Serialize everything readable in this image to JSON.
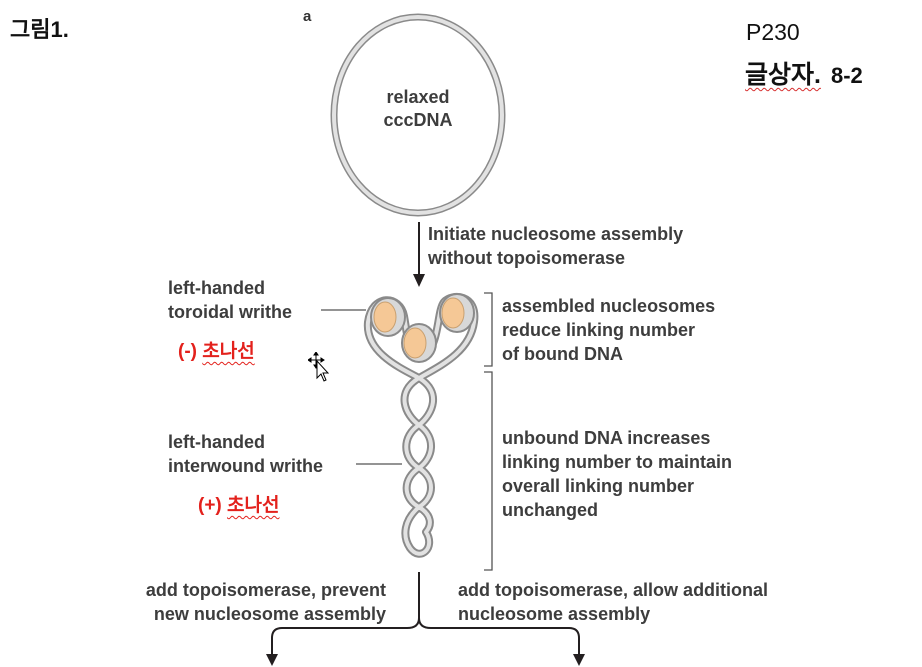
{
  "header": {
    "figure_label": "그림1.",
    "panel_letter": "a",
    "page_ref": "P230",
    "chapter_label": "글상자.",
    "chapter_number": "8-2"
  },
  "diagram": {
    "ring_label_line1": "relaxed",
    "ring_label_line2": "cccDNA",
    "arrow_caption_line1": "Initiate nucleosome assembly",
    "arrow_caption_line2": "without topoisomerase",
    "toroidal_label_line1": "left-handed",
    "toroidal_label_line2": "toroidal writhe",
    "toroidal_note_prefix": "(-)",
    "toroidal_note_ko": "초나선",
    "interwound_label_line1": "left-handed",
    "interwound_label_line2": "interwound writhe",
    "interwound_note_prefix": "(+)",
    "interwound_note_ko": "초나선",
    "bracket1_line1": "assembled nucleosomes",
    "bracket1_line2": "reduce linking number",
    "bracket1_line3": "of bound DNA",
    "bracket2_line1": "unbound DNA increases",
    "bracket2_line2": "linking number to maintain",
    "bracket2_line3": "overall linking number",
    "bracket2_line4": "unchanged",
    "branch_left_line1": "add topoisomerase, prevent",
    "branch_left_line2": "new nucleosome assembly",
    "branch_right_line1": "add topoisomerase, allow additional",
    "branch_right_line2": "nucleosome assembly"
  },
  "colors": {
    "dna_outline": "#8a8a8a",
    "dna_fill": "#e2e2e2",
    "nucleosome_fill": "#f5c896",
    "annotation_red": "#e3211c",
    "text_gray": "#3d3d3d"
  },
  "icons": {
    "cursor": "move-cursor-icon"
  }
}
